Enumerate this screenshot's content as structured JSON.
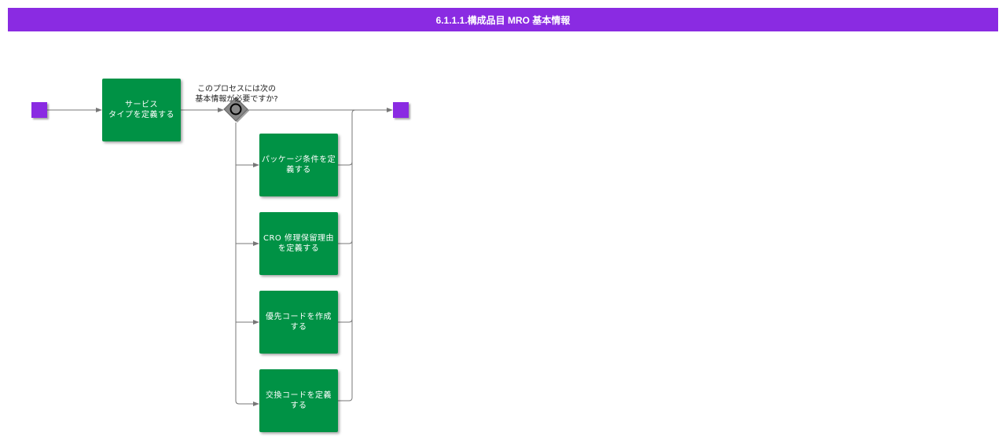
{
  "header": {
    "title": "6.1.1.1.構成品目 MRO 基本情報"
  },
  "events": {
    "start": "start-event",
    "end": "end-event"
  },
  "tasks": {
    "define_service_type": "サービス\nタイプを定義する",
    "define_package_conditions": "パッケージ条件を定\n義する",
    "define_cro_repair_hold": "CRO 修理保留理由\nを定義する",
    "create_priority_code": "優先コードを作成\nする",
    "define_exchange_code": "交換コードを定義\nする"
  },
  "gateway": {
    "question": "このプロセスには次の\n基本情報が必要ですか?"
  },
  "colors": {
    "header": "#8a2be2",
    "event": "#8a2be2",
    "task": "#009245",
    "connector": "#777777",
    "gateway": "#888888"
  }
}
